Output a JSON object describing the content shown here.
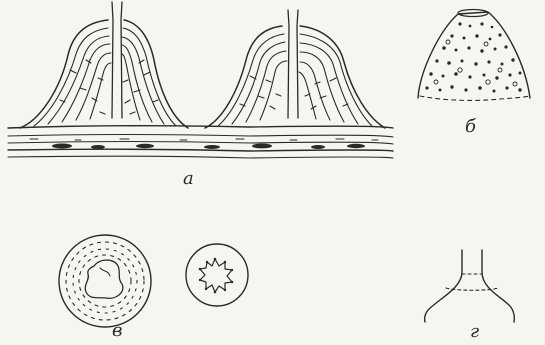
{
  "labels": {
    "a": "а",
    "b": "б",
    "v": "в",
    "g": "г"
  },
  "colors": {
    "ink": "#2a2a2a",
    "paper": "#f6f6f1"
  }
}
